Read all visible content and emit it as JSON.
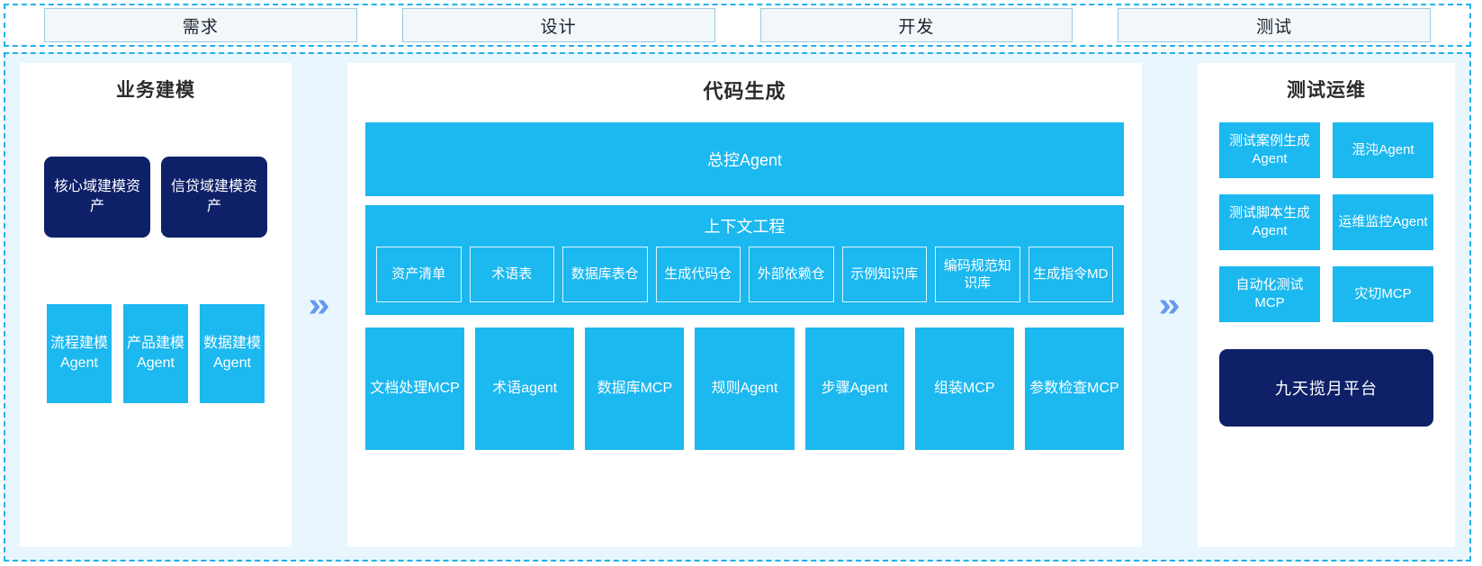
{
  "phases": {
    "items": [
      {
        "label": "需求"
      },
      {
        "label": "设计"
      },
      {
        "label": "开发"
      },
      {
        "label": "测试"
      }
    ]
  },
  "arrows": {
    "glyph": "»"
  },
  "left_panel": {
    "title": "业务建模",
    "assets": [
      {
        "label": "核心域建模资产"
      },
      {
        "label": "信贷域建模资产"
      }
    ],
    "agents": [
      {
        "label": "流程建模Agent"
      },
      {
        "label": "产品建模Agent"
      },
      {
        "label": "数据建模Agent"
      }
    ]
  },
  "center_panel": {
    "title": "代码生成",
    "master_agent": "总控Agent",
    "context": {
      "title": "上下文工程",
      "items": [
        {
          "label": "资产清单"
        },
        {
          "label": "术语表"
        },
        {
          "label": "数据库表仓"
        },
        {
          "label": "生成代码仓"
        },
        {
          "label": "外部依赖仓"
        },
        {
          "label": "示例知识库"
        },
        {
          "label": "编码规范知识库"
        },
        {
          "label": "生成指令MD"
        }
      ]
    },
    "tools": [
      {
        "label": "文档处理MCP"
      },
      {
        "label": "术语agent"
      },
      {
        "label": "数据库MCP"
      },
      {
        "label": "规则Agent"
      },
      {
        "label": "步骤Agent"
      },
      {
        "label": "组装MCP"
      },
      {
        "label": "参数检查MCP"
      }
    ]
  },
  "right_panel": {
    "title": "测试运维",
    "cells": [
      {
        "label": "测试案例生成Agent"
      },
      {
        "label": "混沌Agent"
      },
      {
        "label": "测试脚本生成Agent"
      },
      {
        "label": "运维监控Agent"
      },
      {
        "label": "自动化测试MCP"
      },
      {
        "label": "灾切MCP"
      }
    ],
    "platform": "九天揽月平台"
  },
  "colors": {
    "cyan": "#1CB8F0",
    "navy": "#0E2068",
    "band_bg": "#EAF6FD",
    "dashed_border": "#21B3EA",
    "arrow": "#6699EE",
    "tab_bg": "#F2F7FA",
    "tab_border": "#9BC9DF"
  }
}
